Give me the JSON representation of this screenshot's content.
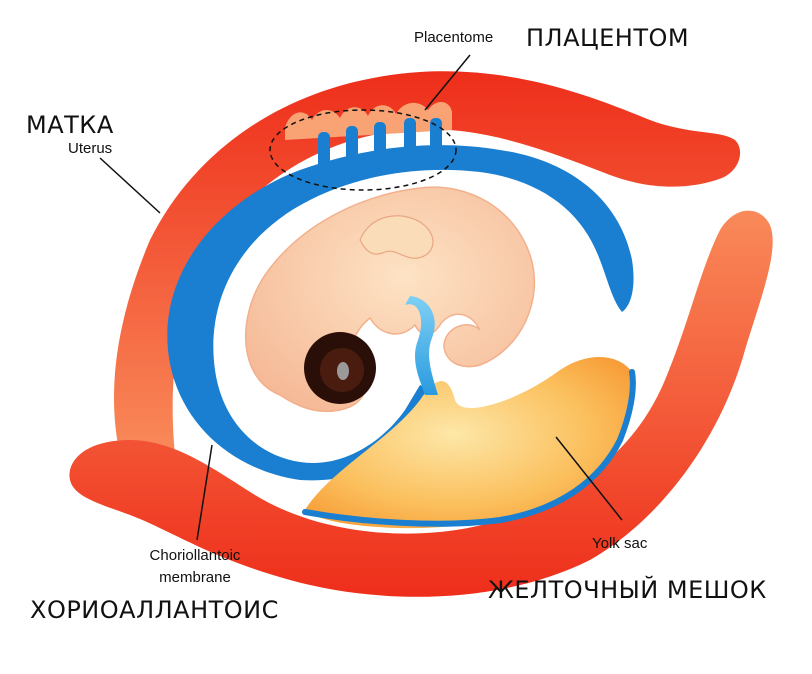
{
  "labels": {
    "placentome_en": "Placentome",
    "placentome_ru": "ПЛАЦЕНТОМ",
    "uterus_ru": "МАТКА",
    "uterus_en": "Uterus",
    "chorio_en_line1": "Choriollantoic",
    "chorio_en_line2": "membrane",
    "chorio_ru": "ХОРИОАЛЛАНТОИС",
    "yolk_en": "Yolk sac",
    "yolk_ru": "ЖЕЛТОЧНЫЙ МЕШОК"
  },
  "colors": {
    "uterus_outer": "#f0301c",
    "uterus_inner": "#f9a070",
    "membrane": "#1a7fd0",
    "membrane_light": "#45b4ec",
    "embryo": "#f8c8a2",
    "embryo_light": "#fbdcb8",
    "yolk_outer": "#f7a037",
    "yolk_inner": "#fde2a0",
    "eye": "#2a0f08",
    "line": "#111111"
  }
}
